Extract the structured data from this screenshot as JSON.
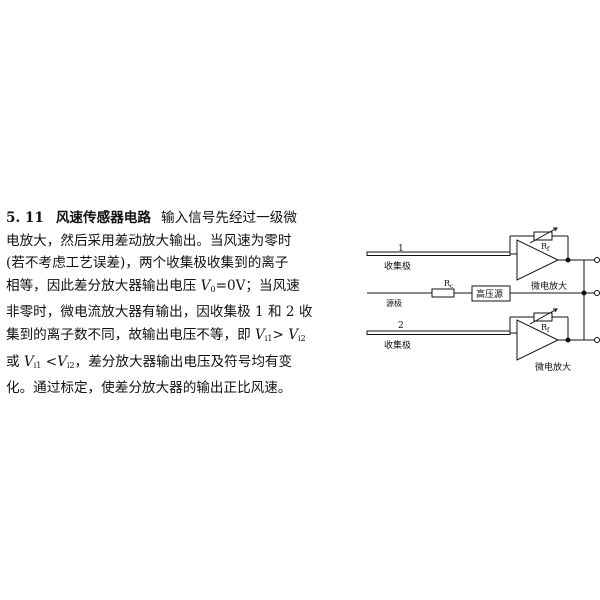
{
  "section": {
    "number": "5. 11",
    "title": "风速传感器电路",
    "lines": [
      "输入信号先经过一级微",
      "电放大，然后采用差动放大输出。当风速为零时",
      "(若不考虑工艺误差)，两个收集极收集到的离子",
      "相等，因此差分放大器输出电压",
      "=0V；当风速",
      "非零时，微电流放大器有输出，因收集极 1 和 2 收",
      "集到的离子数不同，故输出电压不等，即",
      "或",
      "，差分放大器输出电压及符号均有变",
      "化。通过标定，使差分放大器的输出正比风速。"
    ],
    "vars": {
      "v0": "V",
      "v0_sub": "0",
      "vi1": "V",
      "vi1_sub": "i1",
      "gt": ">",
      "vi2": "V",
      "vi2_sub": "i2",
      "vi1b": "V",
      "vi1b_sub": "i1",
      "lt": "<",
      "vi2b": "V",
      "vi2b_sub": "i2"
    }
  },
  "circuit": {
    "collector1_num": "1",
    "collector1_label": "收集极",
    "rf1_label": "R",
    "rf1_sub": "f",
    "amp1_label": "微电放大",
    "rc_label": "R",
    "rc_sub": "c",
    "hv_label": "高压源",
    "source_label": "源极",
    "collector2_num": "2",
    "collector2_label": "收集极",
    "rf2_label": "R",
    "rf2_sub": "f",
    "amp2_label": "微电放大"
  }
}
